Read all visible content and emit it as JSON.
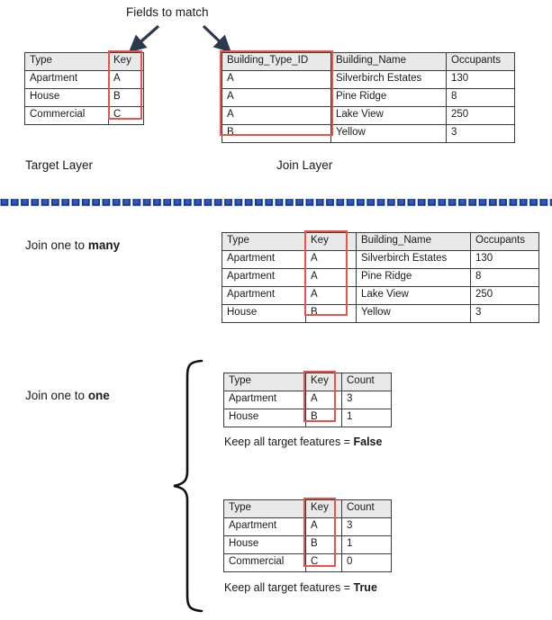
{
  "title_note": "Fields to match",
  "annotations": {
    "fields_to_match": "Fields to match",
    "target_layer": "Target Layer",
    "join_layer": "Join Layer",
    "join_one_to_many_prefix": "Join one to ",
    "join_one_to_many_bold": "many",
    "join_one_to_one_prefix": "Join one to ",
    "join_one_to_one_bold": "one",
    "keep_all_prefix": "Keep all target features = ",
    "keep_all_false": "False",
    "keep_all_true": "True"
  },
  "colors": {
    "highlight": "#e8534a",
    "header_bg": "#e9e9e9",
    "border": "#3a3a3a",
    "arrow": "#2c3a4d",
    "divider": "#2a58c0",
    "text": "#1a1a1a"
  },
  "tables": {
    "target_layer": {
      "name": "Target Layer",
      "columns": [
        "Type",
        "Key"
      ],
      "rows": [
        [
          "Apartment",
          "A"
        ],
        [
          "House",
          "B"
        ],
        [
          "Commercial",
          "C"
        ]
      ],
      "highlight_column": "Key"
    },
    "join_layer": {
      "name": "Join Layer",
      "columns": [
        "Building_Type_ID",
        "Building_Name",
        "Occupants"
      ],
      "rows": [
        [
          "A",
          "Silverbirch Estates",
          "130"
        ],
        [
          "A",
          "Pine Ridge",
          "8"
        ],
        [
          "A",
          "Lake View",
          "250"
        ],
        [
          "B",
          "Yellow",
          "3"
        ]
      ],
      "highlight_column": "Building_Type_ID"
    },
    "one_to_many_result": {
      "columns": [
        "Type",
        "Key",
        "Building_Name",
        "Occupants"
      ],
      "rows": [
        [
          "Apartment",
          "A",
          "Silverbirch Estates",
          "130"
        ],
        [
          "Apartment",
          "A",
          "Pine Ridge",
          "8"
        ],
        [
          "Apartment",
          "A",
          "Lake View",
          "250"
        ],
        [
          "House",
          "B",
          "Yellow",
          "3"
        ]
      ],
      "highlight_column": "Key"
    },
    "one_to_one_false": {
      "columns": [
        "Type",
        "Key",
        "Count"
      ],
      "rows": [
        [
          "Apartment",
          "A",
          "3"
        ],
        [
          "House",
          "B",
          "1"
        ]
      ],
      "highlight_column": "Key"
    },
    "one_to_one_true": {
      "columns": [
        "Type",
        "Key",
        "Count"
      ],
      "rows": [
        [
          "Apartment",
          "A",
          "3"
        ],
        [
          "House",
          "B",
          "1"
        ],
        [
          "Commercial",
          "C",
          "0"
        ]
      ],
      "highlight_column": "Key"
    }
  }
}
